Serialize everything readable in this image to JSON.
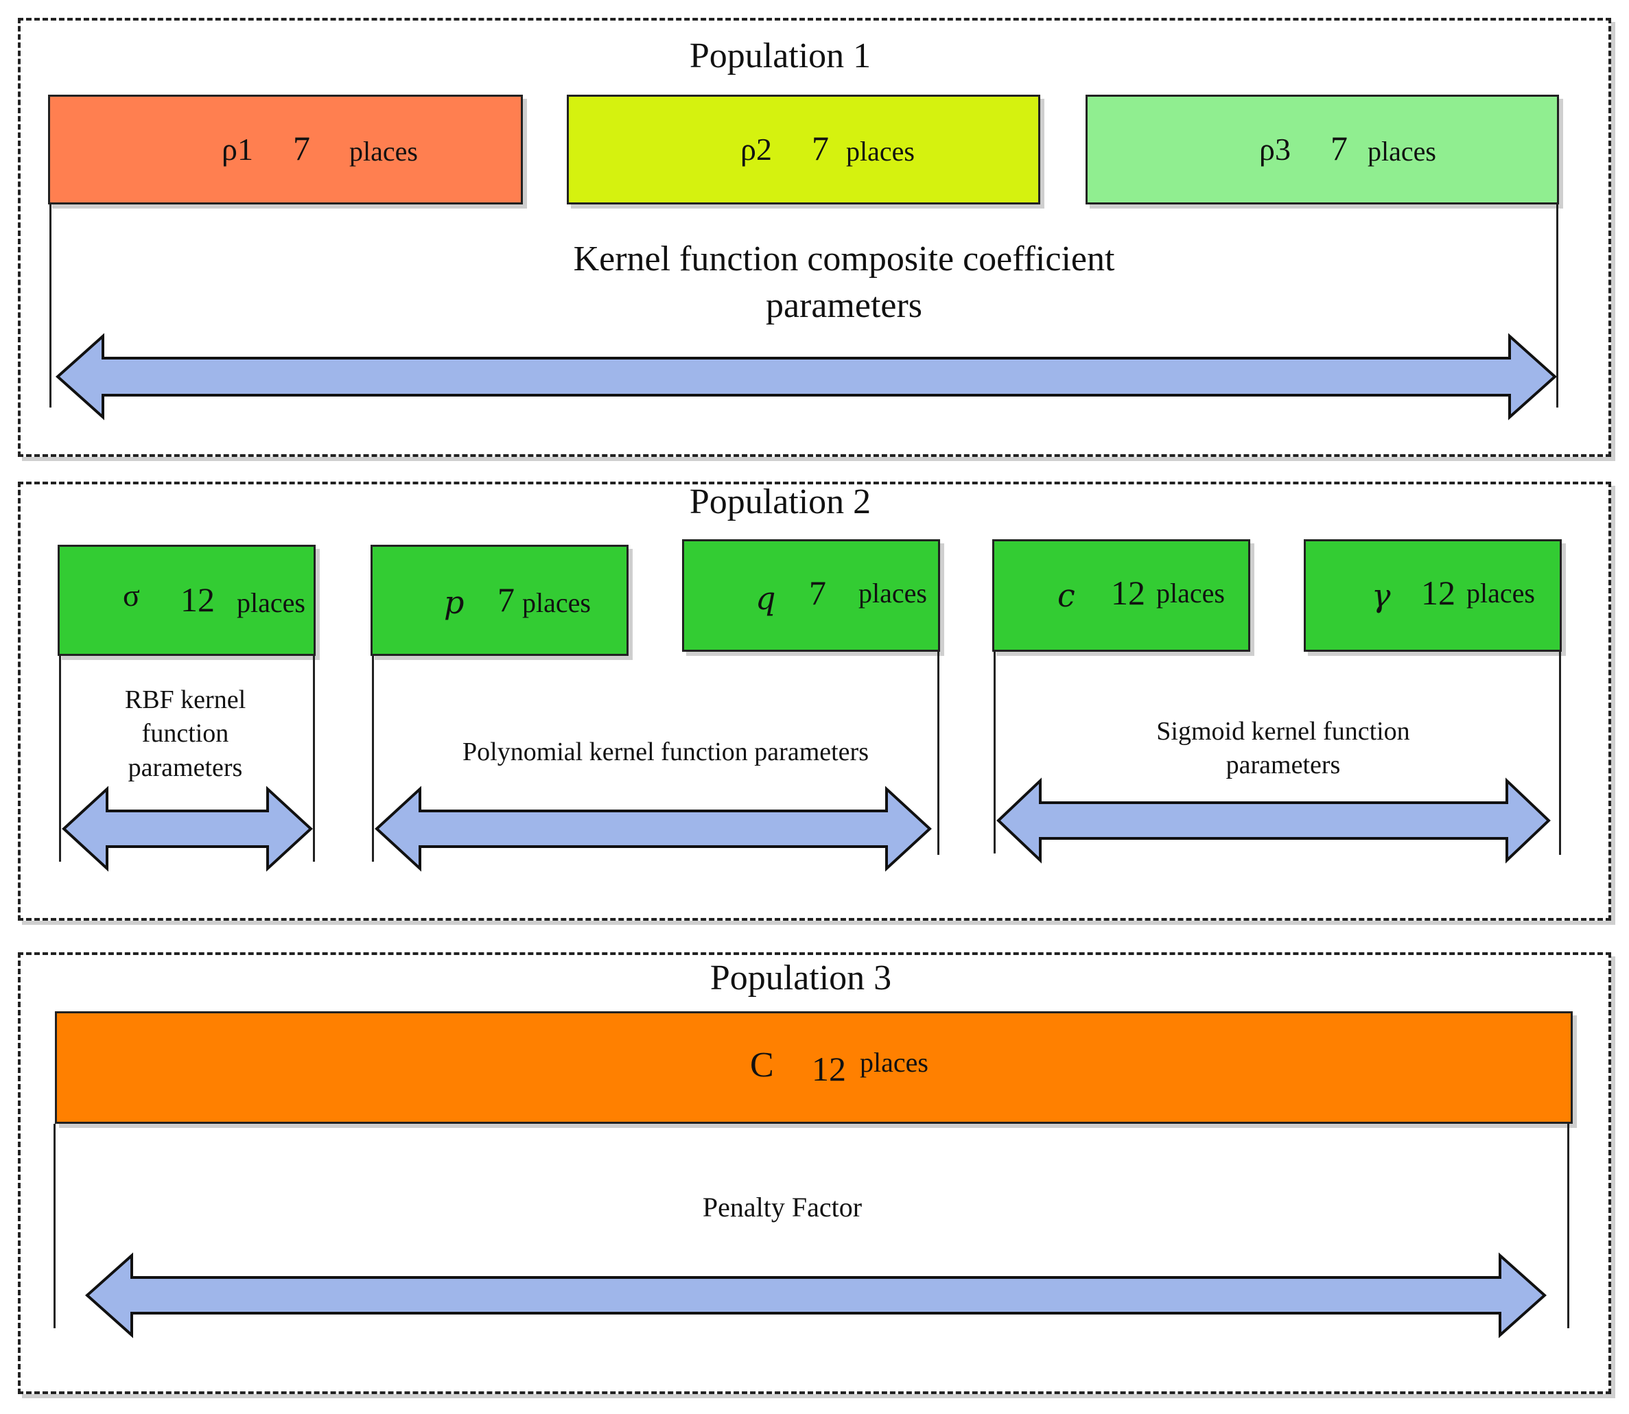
{
  "colors": {
    "rho1": "#ff7f50",
    "rho2": "#d5f20f",
    "rho3": "#90ee90",
    "green": "#33cc33",
    "orange": "#ff8000",
    "arrow": "#9fb6ea"
  },
  "population1": {
    "title": "Population 1",
    "genes": [
      {
        "symbol": "ρ1",
        "count": "7",
        "unit": "places"
      },
      {
        "symbol": "ρ2",
        "count": "7",
        "unit": "places"
      },
      {
        "symbol": "ρ3",
        "count": "7",
        "unit": "places"
      }
    ],
    "label_line1": "Kernel function composite coefficient",
    "label_line2": "parameters"
  },
  "population2": {
    "title": "Population 2",
    "genes": [
      {
        "symbol": "σ",
        "count": "12",
        "unit": "places"
      },
      {
        "symbol": "p",
        "count": "7",
        "unit": "places"
      },
      {
        "symbol": "q",
        "count": "7",
        "unit": "places"
      },
      {
        "symbol": "c",
        "count": "12",
        "unit": "places"
      },
      {
        "symbol": "γ",
        "count": "12",
        "unit": "places"
      }
    ],
    "rbf_label_line1": "RBF kernel",
    "rbf_label_line2": "function",
    "rbf_label_line3": "parameters",
    "poly_label": "Polynomial kernel function parameters",
    "sigmoid_label_line1": "Sigmoid kernel function",
    "sigmoid_label_line2": "parameters"
  },
  "population3": {
    "title": "Population 3",
    "gene": {
      "symbol": "C",
      "count": "12",
      "unit": "places"
    },
    "label": "Penalty Factor"
  }
}
